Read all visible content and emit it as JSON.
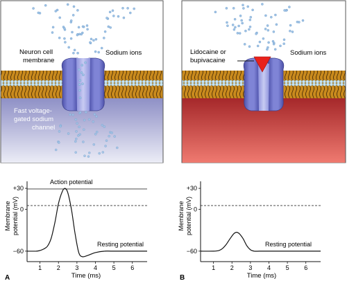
{
  "panel_a": {
    "letter": "A",
    "neuron_label": [
      "Neuron cell",
      "membrane"
    ],
    "sodium_label": "Sodium ions",
    "channel_label": [
      "Fast voltage-",
      "gated sodium",
      "channel"
    ],
    "plot": {
      "ylabel": [
        "Membrane",
        "potential (mV)"
      ],
      "xlabel": "Time (ms)",
      "yticks": [
        "+30",
        "0",
        "−60"
      ],
      "xticks": [
        "1",
        "2",
        "3",
        "4",
        "5",
        "6"
      ],
      "action_label": "Action potential",
      "resting_label": "Resting potential"
    }
  },
  "panel_b": {
    "letter": "B",
    "drug_label": [
      "Lidocaine or",
      "bupivacaine"
    ],
    "sodium_label": "Sodium ions",
    "plot": {
      "ylabel": [
        "Membrane",
        "potential (mV)"
      ],
      "xlabel": "Time (ms)",
      "yticks": [
        "+30",
        "0",
        "−60"
      ],
      "xticks": [
        "1",
        "2",
        "3",
        "4",
        "5",
        "6"
      ],
      "resting_label": "Resting potential"
    }
  },
  "colors": {
    "membrane": "#c98a1d",
    "lipid_head": "#bfe0ee",
    "channel": "#6f74c8",
    "ion": "#9fc3e6",
    "drug": "#e8221c",
    "cytoplasm_a": "#8d8ec4",
    "cytoplasm_b": "#c94848"
  },
  "chart_data": [
    {
      "type": "line",
      "title": "Action potential",
      "xlabel": "Time (ms)",
      "ylabel": "Membrane potential (mV)",
      "xlim": [
        0.3,
        6.8
      ],
      "ylim": [
        -75,
        40
      ],
      "x": [
        0.3,
        0.8,
        1.0,
        1.2,
        1.4,
        1.6,
        1.8,
        2.0,
        2.2,
        2.35,
        2.5,
        2.7,
        2.9,
        3.1,
        3.3,
        3.6,
        4.0,
        4.5,
        5.0,
        6.8
      ],
      "y": [
        -60,
        -60,
        -59,
        -57,
        -53,
        -42,
        -20,
        8,
        25,
        30,
        24,
        0,
        -35,
        -62,
        -68,
        -66,
        -62,
        -60,
        -60,
        -60
      ]
    },
    {
      "type": "line",
      "title": "",
      "xlabel": "Time (ms)",
      "ylabel": "Membrane potential (mV)",
      "xlim": [
        0.3,
        6.8
      ],
      "ylim": [
        -75,
        40
      ],
      "x": [
        0.3,
        1.0,
        1.3,
        1.5,
        1.7,
        1.9,
        2.1,
        2.25,
        2.4,
        2.6,
        2.8,
        3.0,
        3.2,
        3.5,
        4.0,
        6.8
      ],
      "y": [
        -60,
        -60,
        -59,
        -56,
        -50,
        -42,
        -35,
        -33,
        -35,
        -42,
        -52,
        -58,
        -60,
        -60,
        -60,
        -60
      ]
    }
  ]
}
